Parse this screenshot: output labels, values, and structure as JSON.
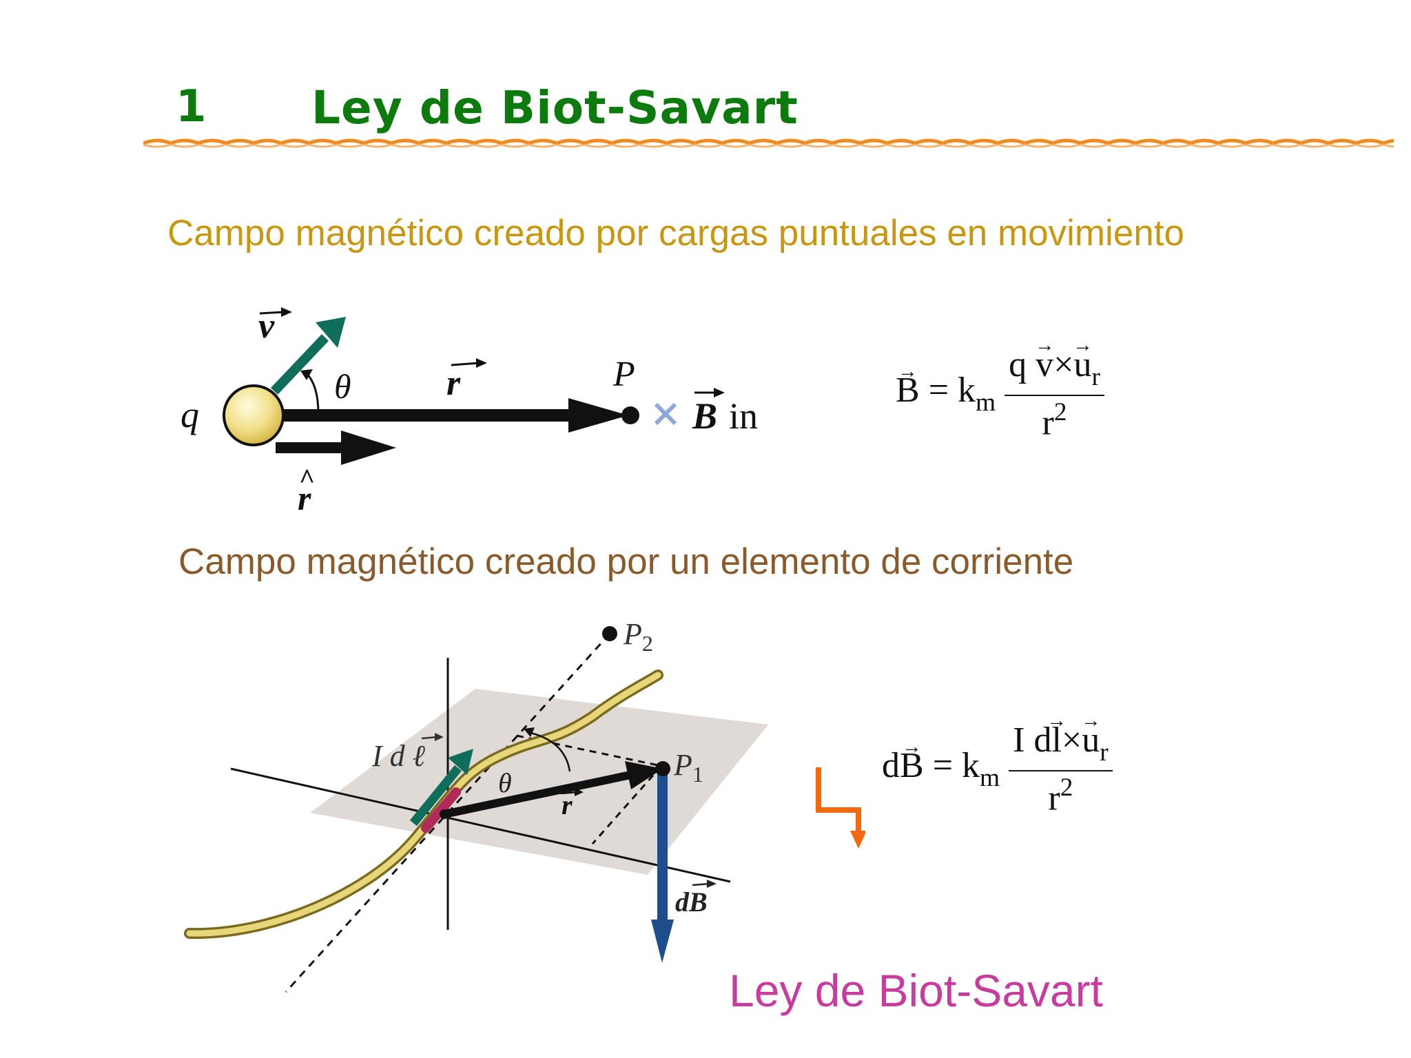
{
  "header": {
    "number": "1",
    "title": "Ley de Biot-Savart"
  },
  "section1": {
    "subtitle": "Campo magnético creado por cargas puntuales en movimiento",
    "labels": {
      "charge": "q",
      "velocity": "v",
      "theta": "θ",
      "r_vector": "r",
      "r_hat": "r",
      "point": "P",
      "b_field": "B",
      "b_in": "in"
    },
    "formula": {
      "lhs": "B",
      "eq": "=",
      "k": "k",
      "k_sub": "m",
      "num_q": "q",
      "num_v": "v",
      "cross": "×",
      "num_u": "u",
      "num_u_sub": "r",
      "den": "r",
      "den_sup": "2"
    }
  },
  "section2": {
    "subtitle": "Campo magnético creado por un elemento de corriente",
    "labels": {
      "p2": "P",
      "p2_sub": "2",
      "p1": "P",
      "p1_sub": "1",
      "idl": "I d ℓ",
      "theta": "θ",
      "r_vector": "r",
      "db": "dB"
    },
    "formula": {
      "lhs_d": "d",
      "lhs_b": "B",
      "eq": "=",
      "k": "k",
      "k_sub": "m",
      "num_i": "I",
      "num_d": "d",
      "num_l": "l",
      "cross": "×",
      "num_u": "u",
      "num_u_sub": "r",
      "den": "r",
      "den_sup": "2"
    }
  },
  "conclusion": "Ley de Biot-Savart",
  "colors": {
    "title_green": "#0d7a0d",
    "subtitle1_gold": "#c8960f",
    "subtitle2_brown": "#8b5a2b",
    "conclusion_magenta": "#c83ca0",
    "rule_orange": "#f08a1e",
    "velocity_green": "#0f6e5a",
    "db_blue": "#1f4e8c",
    "b_cross_blue": "#8ea8d8",
    "arrow_orange": "#f26a0f",
    "wire_gold": "#c8b450",
    "plane_gray": "#d9d3cf"
  },
  "icons": {
    "b_into_page": "cross-x-icon",
    "step_arrow": "step-down-arrow-icon"
  }
}
